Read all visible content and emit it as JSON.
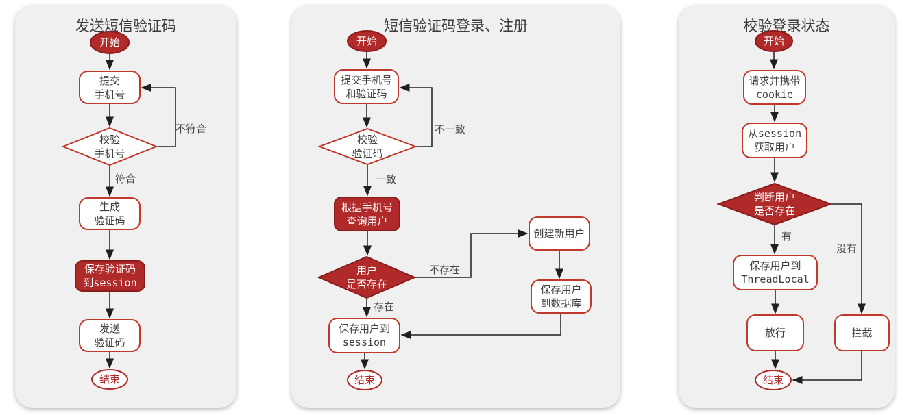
{
  "colors": {
    "panel_bg": "#f0f0f0",
    "red_fill": "#b02a2a",
    "red_stroke": "#8c1c1c",
    "white_node_stroke": "#c0392b",
    "node_text": "#3f3f3f",
    "arrow": "#1f1f1f",
    "label_text": "#4a4a4a"
  },
  "panels": [
    {
      "title": "发送短信验证码",
      "nodes": {
        "start": "开始",
        "submit_phone": "提交\n手机号",
        "check_phone": "校验\n手机号",
        "gen_code": "生成\n验证码",
        "save_code": "保存验证码\n到session",
        "send_code": "发送\n验证码",
        "end": "结束"
      },
      "labels": {
        "no_match": "不符合",
        "match": "符合"
      }
    },
    {
      "title": "短信验证码登录、注册",
      "nodes": {
        "start": "开始",
        "submit": "提交手机号\n和验证码",
        "check_code": "校验\n验证码",
        "query_user": "根据手机号\n查询用户",
        "user_exists": "用户\n是否存在",
        "create_user": "创建新用户",
        "save_db": "保存用户\n到数据库",
        "save_session": "保存用户到\nsession",
        "end": "结束"
      },
      "labels": {
        "mismatch": "不一致",
        "match": "一致",
        "exists": "存在",
        "not_exists": "不存在"
      }
    },
    {
      "title": "校验登录状态",
      "nodes": {
        "start": "开始",
        "request": "请求并携带\ncookie",
        "get_user": "从session\n获取用户",
        "judge_user": "判断用户\n是否存在",
        "save_threadlocal": "保存用户到\nThreadLocal",
        "pass": "放行",
        "intercept": "拦截",
        "end": "结束"
      },
      "labels": {
        "has": "有",
        "not_has": "没有"
      }
    }
  ]
}
